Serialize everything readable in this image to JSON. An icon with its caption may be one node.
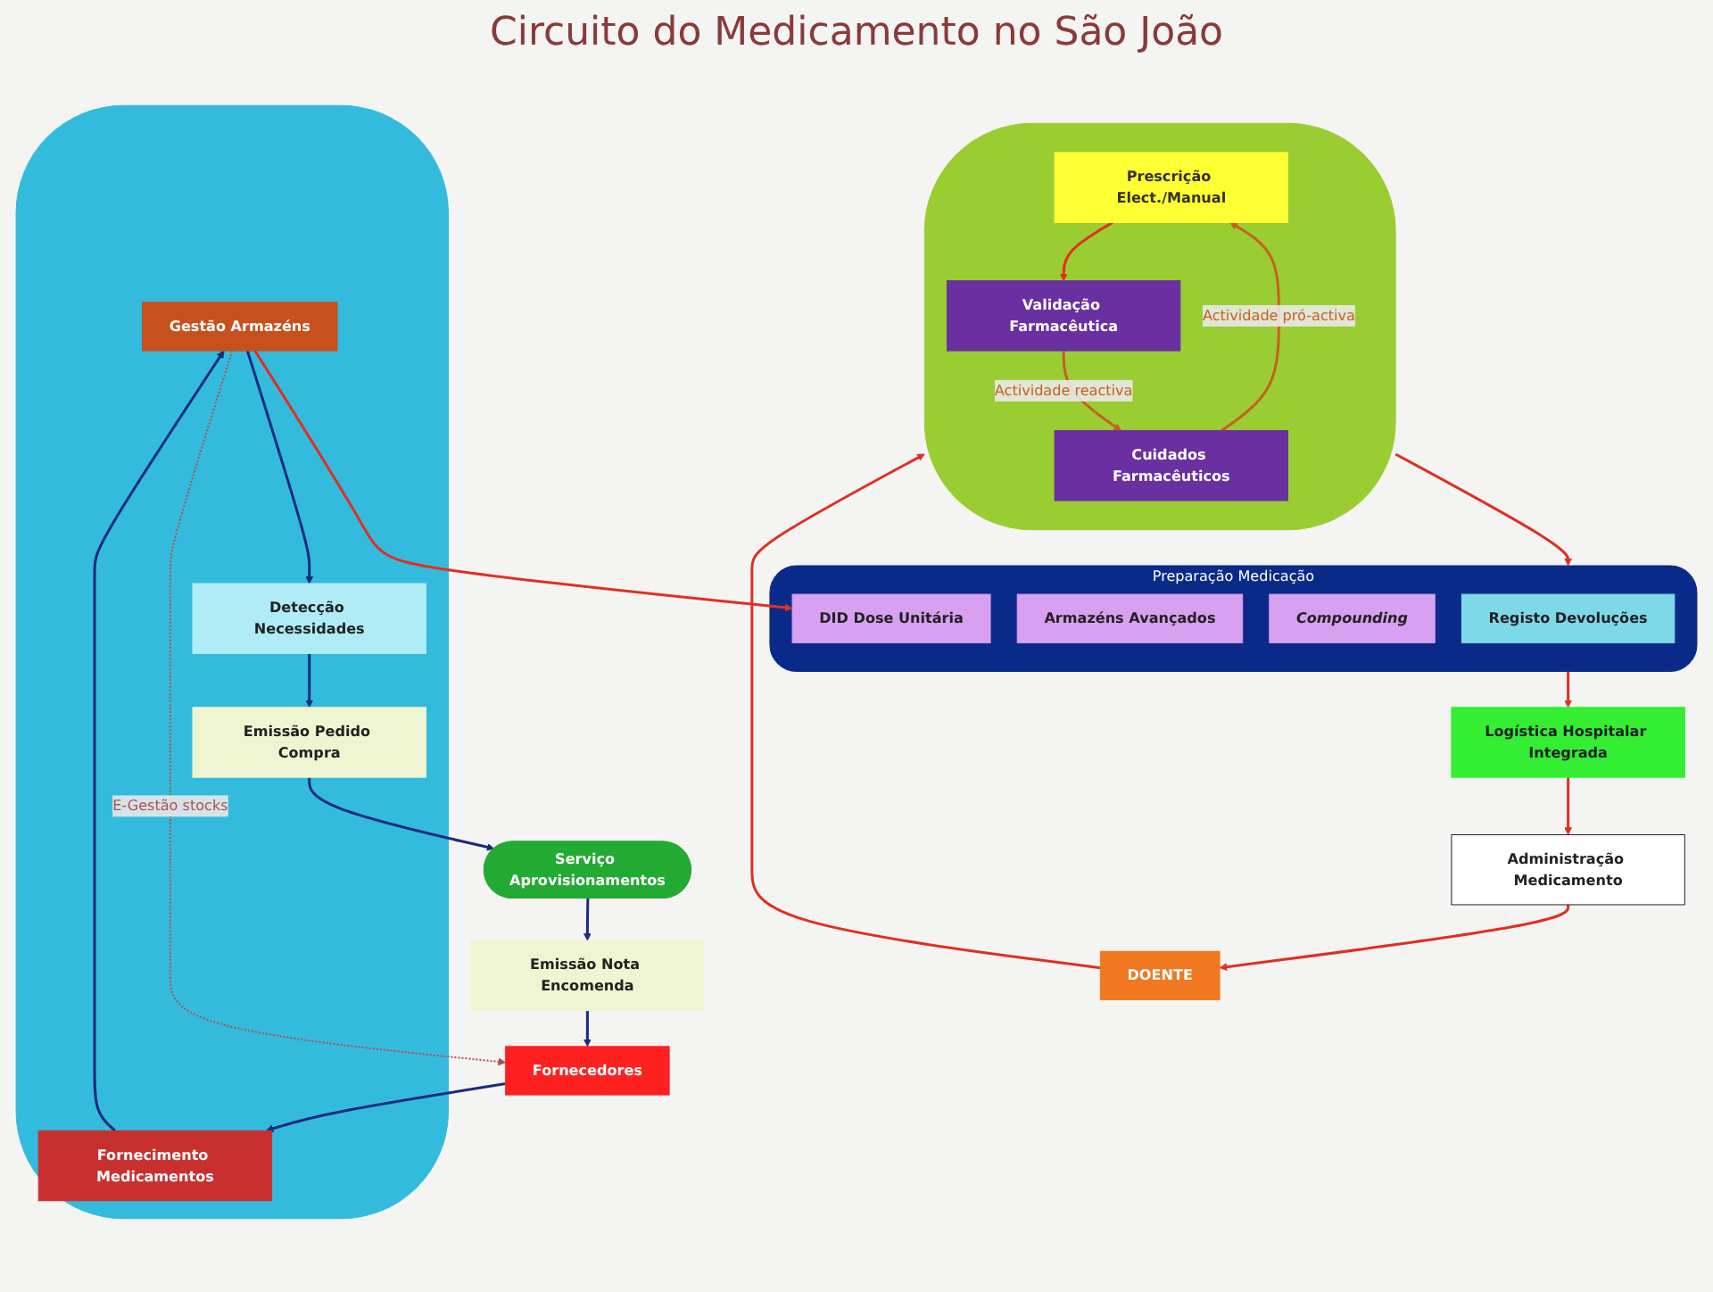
{
  "diagram": {
    "title": "Circuito do Medicamento no São João",
    "nodes": [
      {
        "text": [
          "DOENTE"
        ]
      },
      {
        "text": [],
        "shape": "ellipse"
      },
      {
        "text": [
          "Prescrição Elect./Manual"
        ],
        "in": 1
      },
      {
        "text": [
          "Cuidados Farmacêuticos"
        ],
        "in": 1
      },
      {
        "text": [
          "Validação Farmacêutica"
        ],
        "in": 1
      },
      {
        "text": [
          "Preparação Medicação"
        ]
      },
      {
        "text": [
          "Registo Devoluções"
        ],
        "in": 5
      },
      {
        "text": [
          "Armazéns Avançados"
        ],
        "in": 5
      },
      {
        "text": [
          "Compounding"
        ],
        "in": 5
      },
      {
        "text": [
          "DID Dose Unitária"
        ],
        "in": 5
      },
      {
        "text": [
          "Administração Medicamento"
        ]
      },
      {
        "text": [
          "Logística Hospitalar Integrada"
        ]
      },
      {
        "text": [],
        "shape": "ellipse"
      },
      {
        "text": [
          "Gestão Armazéns"
        ],
        "in": 12
      },
      {
        "text": [
          "Fornecimento Medicamentos"
        ],
        "in": 12
      },
      {
        "text": [
          "Detecção Necessidades"
        ],
        "in": 12
      },
      {
        "text": [
          "Emissão Pedido Compra"
        ],
        "in": 12
      },
      {
        "text": [
          "Serviço Aprovisionamentos"
        ]
      },
      {
        "text": [
          "Emissão Nota Encomenda"
        ]
      },
      {
        "text": [
          "Fornecedores"
        ]
      }
    ],
    "edges": [
      {
        "from": 0,
        "to": 1,
        "arrow": "to",
        "color": "#e03020"
      },
      {
        "from": 2,
        "to": 4,
        "arrow": "to",
        "color": "#e03020"
      },
      {
        "from": 4,
        "to": 3,
        "arrow": "to",
        "label": "Actividade reactiva",
        "color": "#c86020"
      },
      {
        "from": 3,
        "to": 2,
        "arrow": "to",
        "label": "Actividade pró-activa",
        "color": "#c86020"
      },
      {
        "from": 1,
        "to": 5,
        "arrow": "to",
        "color": "#e03020"
      },
      {
        "from": 5,
        "to": 11,
        "arrow": "to",
        "color": "#e03020"
      },
      {
        "from": 11,
        "to": 10,
        "arrow": "to",
        "color": "#e03020"
      },
      {
        "from": 10,
        "to": 0,
        "arrow": "to",
        "color": "#e03020"
      },
      {
        "from": 13,
        "to": 9,
        "arrow": "to",
        "color": "#e03020"
      },
      {
        "from": 14,
        "to": 13,
        "arrow": "to",
        "color": "#1a2a80"
      },
      {
        "from": 13,
        "to": 15,
        "arrow": "to",
        "color": "#1a2a80"
      },
      {
        "from": 15,
        "to": 16,
        "arrow": "to",
        "color": "#1a2a80"
      },
      {
        "from": 16,
        "to": 17,
        "arrow": "to",
        "color": "#1a2a80"
      },
      {
        "from": 17,
        "to": 18,
        "arrow": "to",
        "color": "#1a2a80"
      },
      {
        "from": 18,
        "to": 19,
        "arrow": "to",
        "color": "#1a2a80"
      },
      {
        "from": 19,
        "to": 14,
        "arrow": "to",
        "color": "#1a2a80"
      },
      {
        "from": 13,
        "to": 19,
        "arrow": "to",
        "style": "dashed",
        "label": "E-Gestão stocks",
        "color": "#b05050"
      }
    ]
  }
}
